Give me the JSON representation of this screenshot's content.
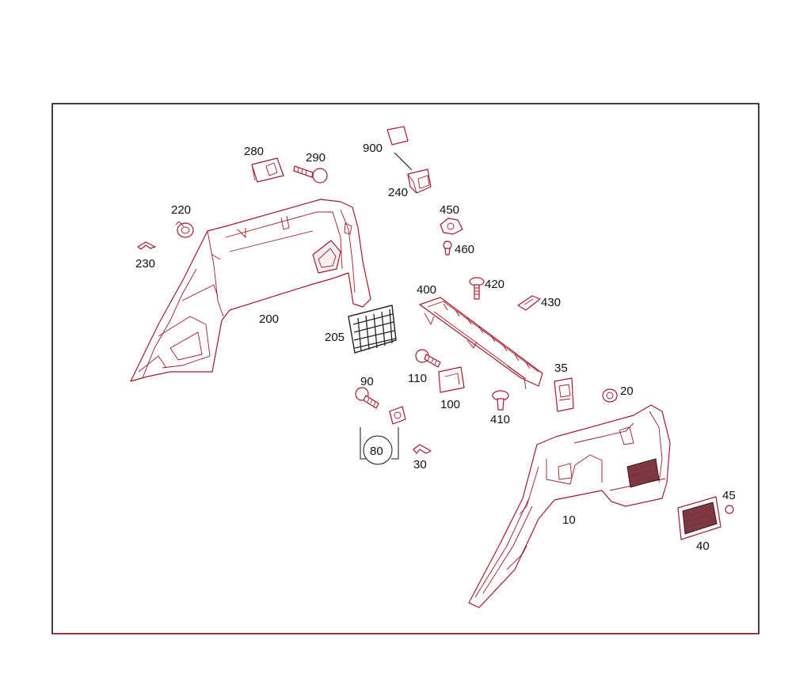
{
  "callouts": {
    "c10": "10",
    "c20": "20",
    "c30": "30",
    "c35": "35",
    "c40": "40",
    "c45": "45",
    "c80": "80",
    "c90": "90",
    "c100": "100",
    "c110": "110",
    "c200": "200",
    "c205": "205",
    "c220": "220",
    "c230": "230",
    "c240": "240",
    "c280": "280",
    "c290": "290",
    "c400": "400",
    "c410": "410",
    "c420": "420",
    "c430": "430",
    "c450": "450",
    "c460": "460",
    "c900": "900"
  },
  "colors": {
    "line": "#a01c2c",
    "frame": "#000000",
    "text": "#111111"
  }
}
